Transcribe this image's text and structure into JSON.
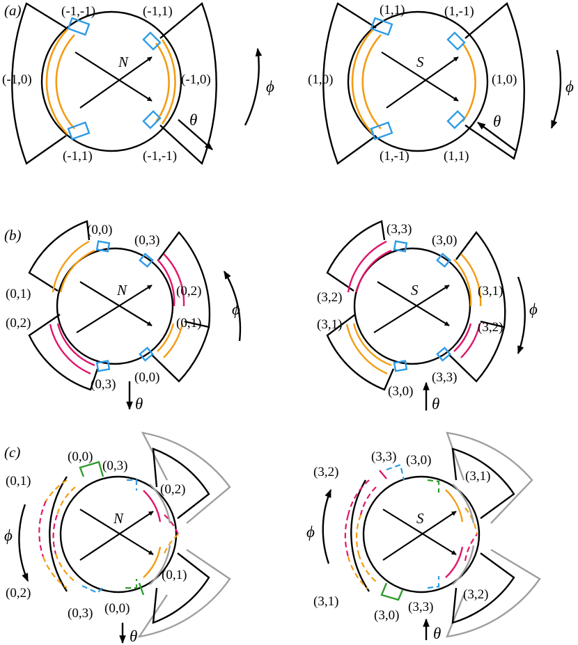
{
  "colors": {
    "outline": "#000000",
    "orange": "#F39C12",
    "magenta": "#E0156B",
    "blue": "#2D9BE6",
    "green": "#2E9B2E",
    "grey": "#9E9E9E"
  },
  "panels": [
    {
      "tag": "(a)",
      "left": {
        "pole": "N",
        "labels": [
          "(-1,-1)",
          "(-1,1)",
          "(-1,0)",
          "(-1,0)",
          "(-1,1)",
          "(-1,-1)"
        ],
        "theta": "θ",
        "phi": "ϕ"
      },
      "right": {
        "pole": "S",
        "labels": [
          "(1,1)",
          "(1,-1)",
          "(1,0)",
          "(1,0)",
          "(1,-1)",
          "(1,1)"
        ],
        "theta": "θ",
        "phi": "ϕ"
      }
    },
    {
      "tag": "(b)",
      "left": {
        "pole": "N",
        "labels": [
          "(0,0)",
          "(0,3)",
          "(0,1)",
          "(0,2)",
          "(0,2)",
          "(0,1)",
          "(0,3)",
          "(0,0)"
        ],
        "theta": "θ",
        "phi": "ϕ"
      },
      "right": {
        "pole": "S",
        "labels": [
          "(3,3)",
          "(3,0)",
          "(3,2)",
          "(3,1)",
          "(3,1)",
          "(3,2)",
          "(3,0)",
          "(3,3)"
        ],
        "theta": "θ",
        "phi": "ϕ"
      }
    },
    {
      "tag": "(c)",
      "left": {
        "pole": "N",
        "labels": [
          "(0,0)",
          "(0,3)",
          "(0,1)",
          "(0,2)",
          "(0,2)",
          "(0,3)",
          "(0,0)",
          "(0,1)"
        ],
        "theta": "θ",
        "phi": "ϕ"
      },
      "right": {
        "pole": "S",
        "labels": [
          "(3,3)",
          "(3,0)",
          "(3,2)",
          "(3,1)",
          "(3,1)",
          "(3,0)",
          "(3,3)",
          "(3,2)"
        ],
        "theta": "θ",
        "phi": "ϕ"
      }
    }
  ]
}
